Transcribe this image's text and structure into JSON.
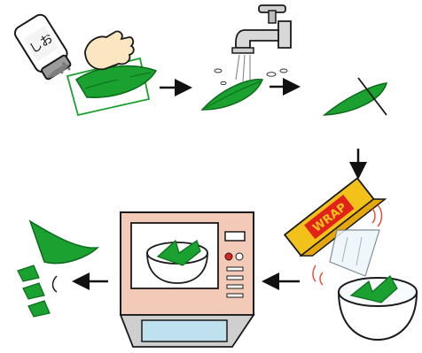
{
  "salt_shaker": {
    "label": "しお"
  },
  "wrap_box": {
    "label": "WRAP"
  },
  "colors": {
    "leaf": "#1aa12f",
    "leaf_dark": "#0c6b1c",
    "outline": "#1a1a1a",
    "microwave": "#f3c9b8",
    "wrap_yellow": "#f3c21a",
    "wrap_red": "#e0221a",
    "rub_frame": "#1aa12f",
    "skin": "#fbe6c2",
    "accent_red": "#e6503c"
  },
  "steps": [
    {
      "id": "salt-rub",
      "icon": "salt-shaker-icon"
    },
    {
      "id": "rinse",
      "icon": "faucet-icon"
    },
    {
      "id": "trim",
      "icon": "knife-cut-icon"
    },
    {
      "id": "wrap",
      "icon": "plastic-wrap-icon"
    },
    {
      "id": "microwave",
      "icon": "microwave-icon"
    },
    {
      "id": "cut",
      "icon": "sliced-leaves-icon"
    }
  ]
}
